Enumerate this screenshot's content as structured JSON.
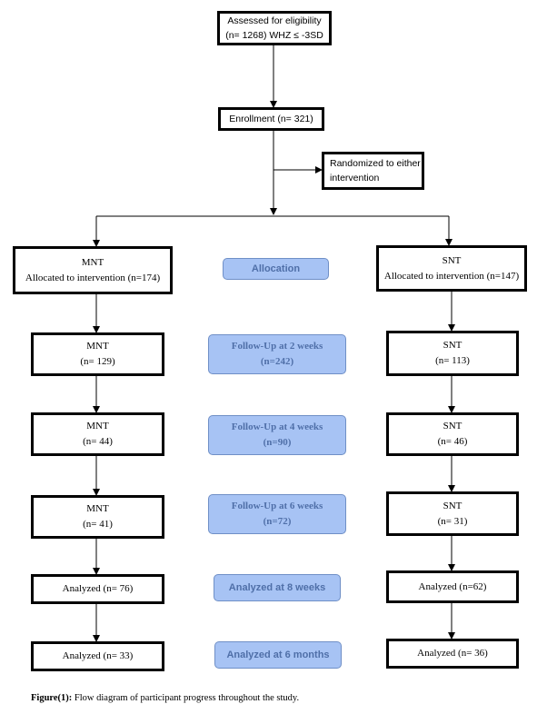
{
  "top": {
    "assessed": {
      "line1": "Assessed for eligibility",
      "line2": "(n= 1268) WHZ ≤ -3SD"
    },
    "enrollment": "Enrollment (n= 321)",
    "randomized": {
      "line1": "Randomized to either",
      "line2": "intervention"
    }
  },
  "left_arm": [
    {
      "line1": "MNT",
      "line2": "Allocated to intervention (n=174)"
    },
    {
      "line1": "MNT",
      "line2": "(n= 129)"
    },
    {
      "line1": "MNT",
      "line2": "(n= 44)"
    },
    {
      "line1": "MNT",
      "line2": "(n= 41)"
    },
    {
      "line1": "Analyzed (n= 76)",
      "line2": ""
    },
    {
      "line1": "Analyzed (n= 33)",
      "line2": ""
    }
  ],
  "right_arm": [
    {
      "line1": "SNT",
      "line2": "Allocated to intervention (n=147)"
    },
    {
      "line1": "SNT",
      "line2": "(n= 113)"
    },
    {
      "line1": "SNT",
      "line2": "(n= 46)"
    },
    {
      "line1": "SNT",
      "line2": "(n= 31)"
    },
    {
      "line1": "Analyzed (n=62)",
      "line2": ""
    },
    {
      "line1": "Analyzed (n= 36)",
      "line2": ""
    }
  ],
  "stages": [
    {
      "line1": "Allocation",
      "line2": ""
    },
    {
      "line1": "Follow-Up  at 2 weeks",
      "line2": "(n=242)"
    },
    {
      "line1": "Follow-Up  at 4 weeks",
      "line2": "(n=90)"
    },
    {
      "line1": "Follow-Up  at 6 weeks",
      "line2": "(n=72)"
    },
    {
      "line1": "Analyzed  at 8 weeks",
      "line2": ""
    },
    {
      "line1": "Analyzed  at 6 months",
      "line2": ""
    }
  ],
  "caption": {
    "label": "Figure(1):",
    "text": " Flow diagram of participant progress throughout the study."
  },
  "colors": {
    "stage_fill": "#a7c3f4",
    "stage_text": "#4f6fa8",
    "stage_border": "#6f8fc6",
    "line": "#000000"
  }
}
